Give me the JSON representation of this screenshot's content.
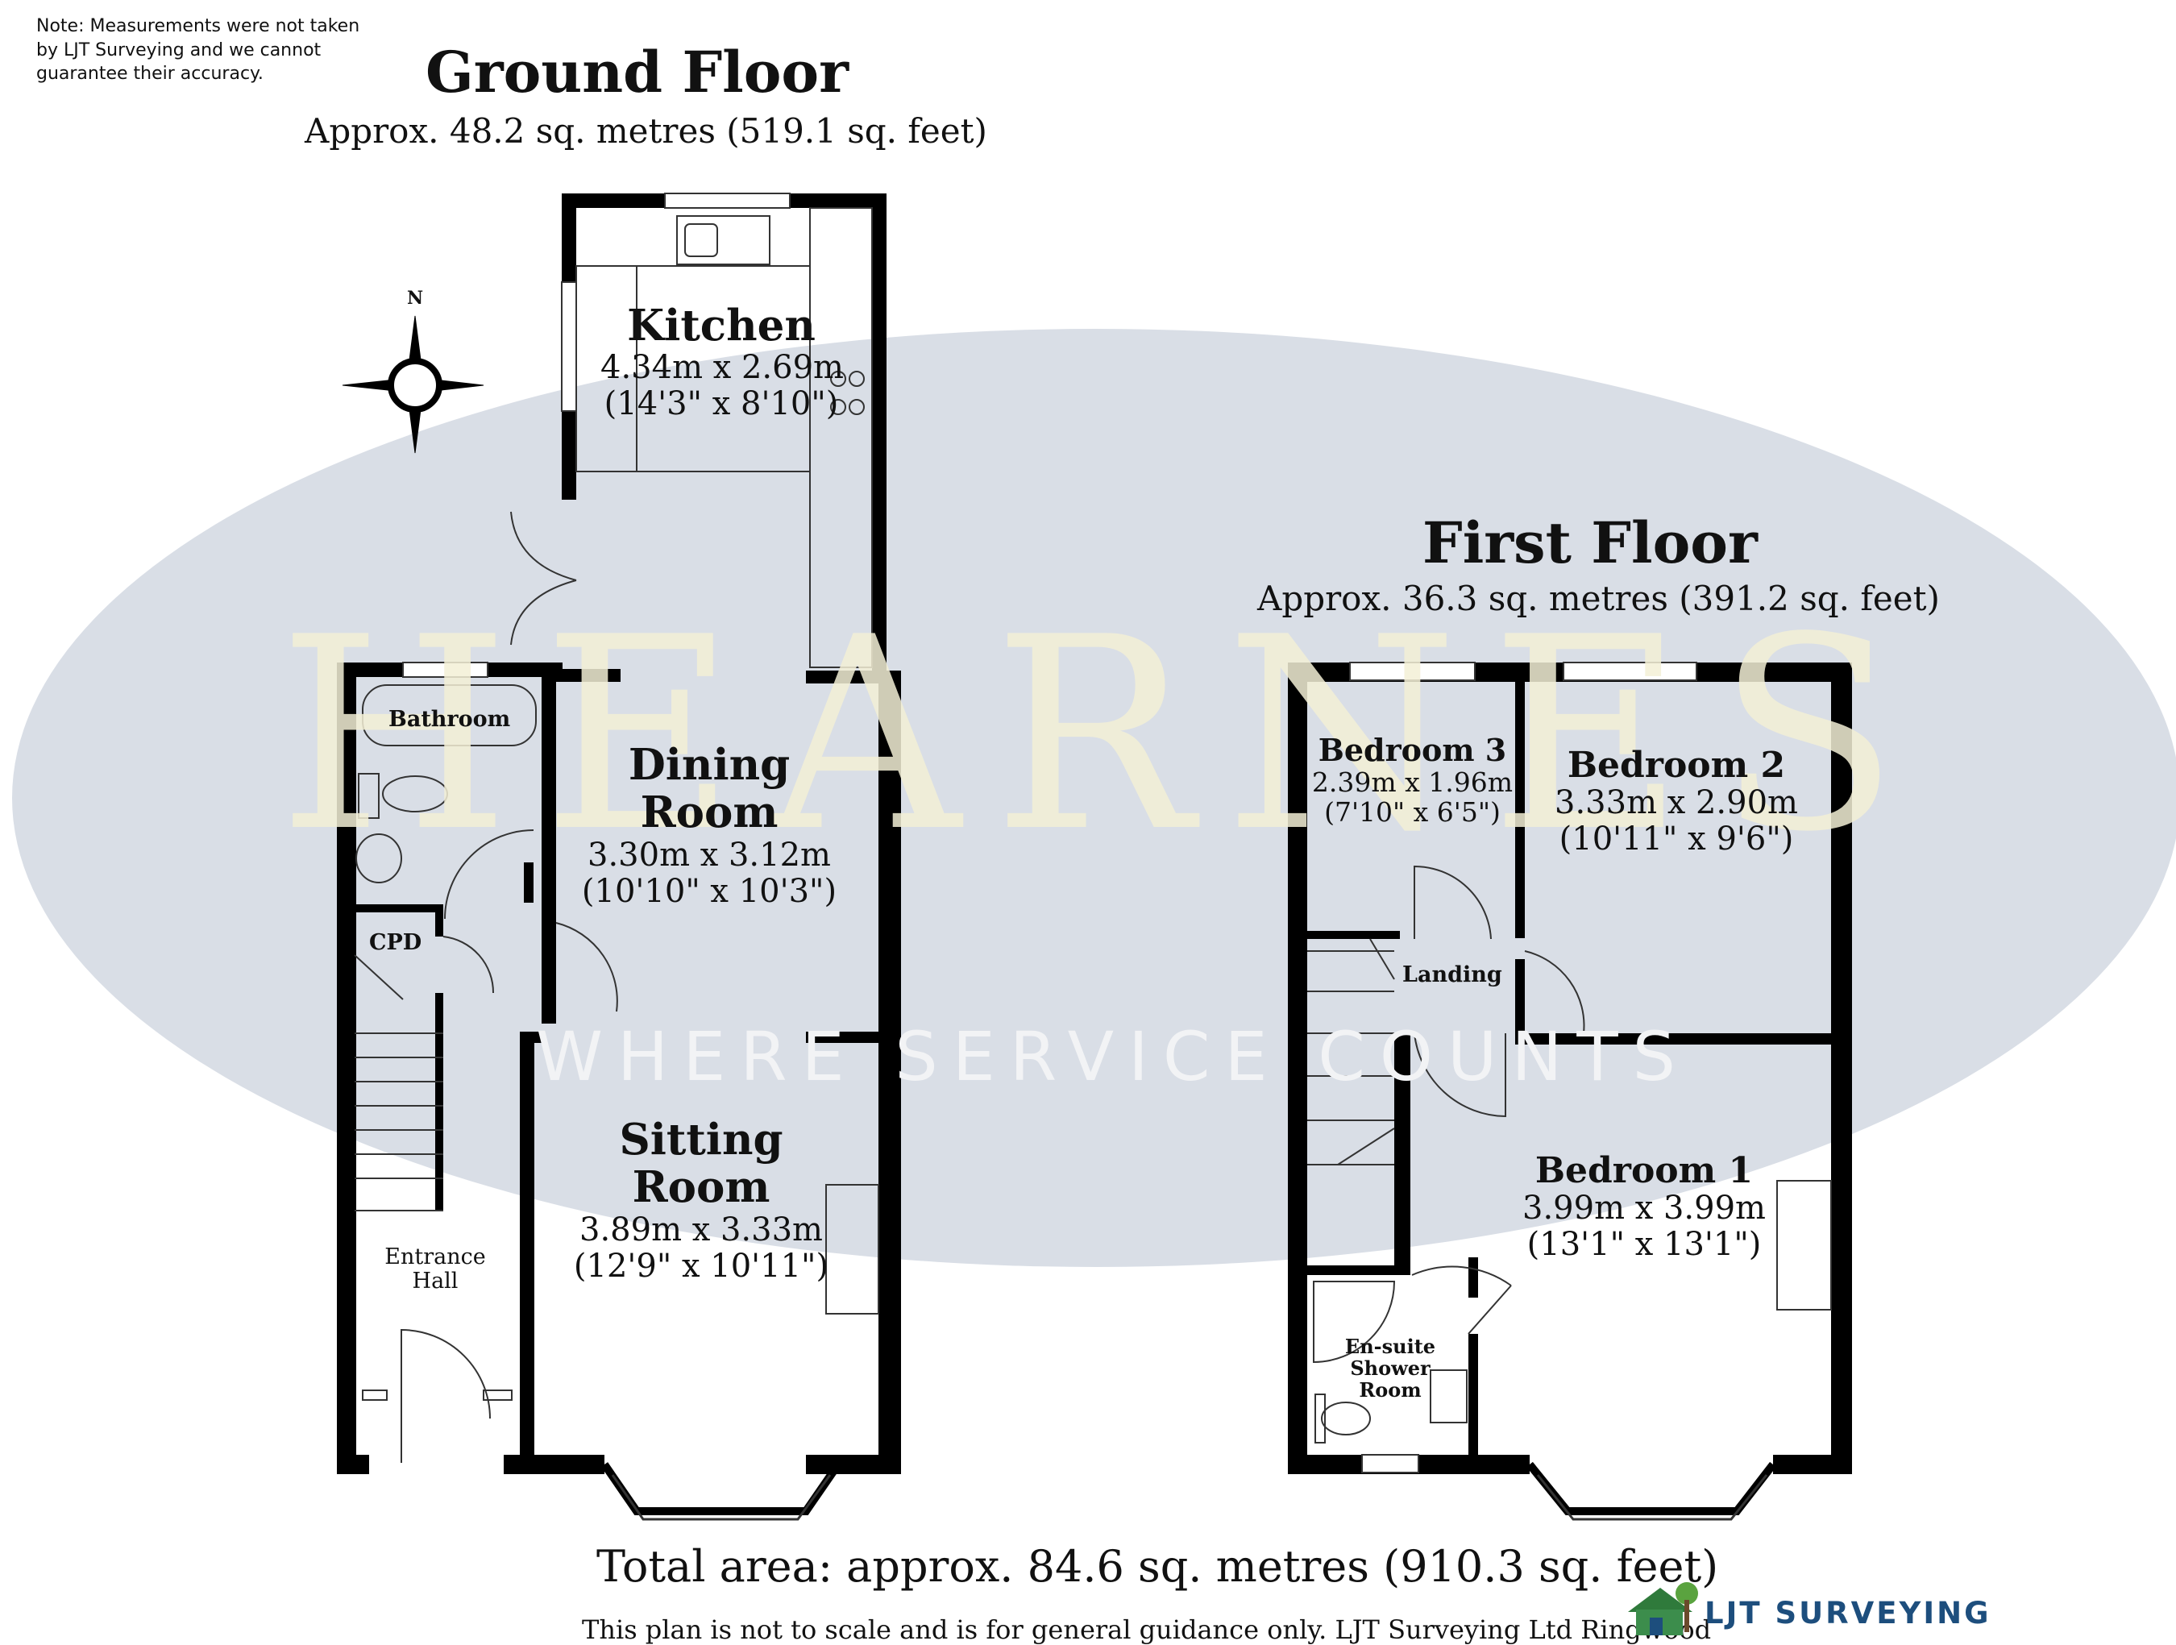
{
  "note": {
    "line1": "Note: Measurements were not taken",
    "line2": "by LJT Surveying and we cannot",
    "line3": "guarantee their accuracy."
  },
  "watermark": {
    "name": "HEARNES",
    "tagline": "WHERE SERVICE COUNTS"
  },
  "compass": {
    "north_label": "N"
  },
  "ground_floor": {
    "title": "Ground Floor",
    "area": "Approx. 48.2 sq. metres (519.1 sq. feet)",
    "rooms": {
      "kitchen": {
        "name": "Kitchen",
        "metric": "4.34m x 2.69m",
        "imperial": "(14'3\" x 8'10\")"
      },
      "bathroom": {
        "name": "Bathroom"
      },
      "dining": {
        "name_line1": "Dining",
        "name_line2": "Room",
        "metric": "3.30m x 3.12m",
        "imperial": "(10'10\" x 10'3\")"
      },
      "cpd": {
        "name": "CPD"
      },
      "sitting": {
        "name_line1": "Sitting",
        "name_line2": "Room",
        "metric": "3.89m x 3.33m",
        "imperial": "(12'9\" x 10'11\")"
      },
      "entrance": {
        "name_line1": "Entrance",
        "name_line2": "Hall"
      }
    }
  },
  "first_floor": {
    "title": "First Floor",
    "area": "Approx. 36.3 sq. metres (391.2 sq. feet)",
    "rooms": {
      "bedroom3": {
        "name": "Bedroom 3",
        "metric": "2.39m x 1.96m",
        "imperial": "(7'10\" x 6'5\")"
      },
      "bedroom2": {
        "name": "Bedroom 2",
        "metric": "3.33m x 2.90m",
        "imperial": "(10'11\" x 9'6\")"
      },
      "landing": {
        "name": "Landing"
      },
      "bedroom1": {
        "name": "Bedroom 1",
        "metric": "3.99m x 3.99m",
        "imperial": "(13'1\" x 13'1\")"
      },
      "ensuite": {
        "name_line1": "En-suite",
        "name_line2": "Shower",
        "name_line3": "Room"
      }
    }
  },
  "footer": {
    "total": "Total area: approx. 84.6 sq. metres (910.3 sq. feet)",
    "disclaimer": "This plan is not to scale and is for general guidance only. LJT Surveying Ltd Ringwood",
    "brand": "LJT SURVEYING"
  },
  "colors": {
    "wall": "#000000",
    "oval": "#d9dee6",
    "watermark_text": "#f4f0d6",
    "brand": "#1d4e7d"
  }
}
